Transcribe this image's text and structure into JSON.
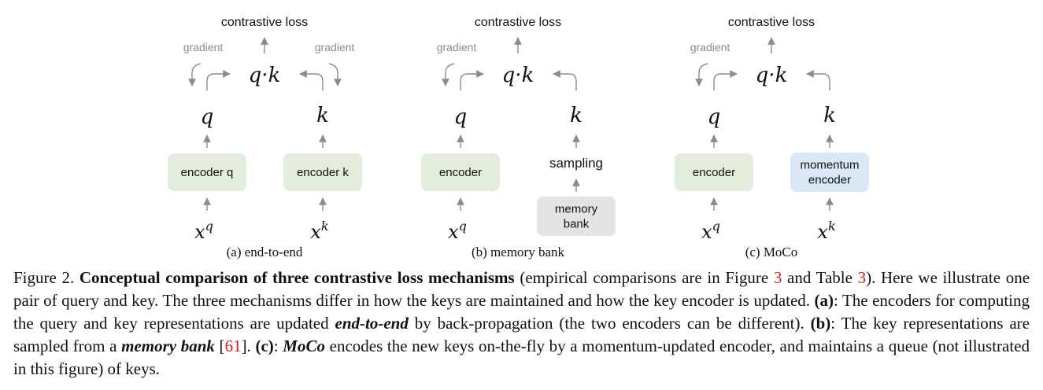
{
  "figure": {
    "loss_label": "contrastive loss",
    "gradient_label": "gradient",
    "qk_label": "q·k",
    "q_label": "q",
    "k_label": "k",
    "panels": [
      {
        "id": "a",
        "caption": "(a) end-to-end",
        "left_box": "encoder q",
        "right_box": "encoder k",
        "right_grad": true,
        "x_q_base": "x",
        "x_q_sup": "q",
        "x_k_base": "x",
        "x_k_sup": "k"
      },
      {
        "id": "b",
        "caption": "(b) memory bank",
        "left_box": "encoder",
        "sampling_label": "sampling",
        "bank_line1": "memory",
        "bank_line2": "bank",
        "right_grad": false,
        "x_q_base": "x",
        "x_q_sup": "q"
      },
      {
        "id": "c",
        "caption": "(c) MoCo",
        "left_box": "encoder",
        "right_box_line1": "momentum",
        "right_box_line2": "encoder",
        "right_grad": false,
        "x_q_base": "x",
        "x_q_sup": "q",
        "x_k_base": "x",
        "x_k_sup": "k"
      }
    ]
  },
  "caption": {
    "fig_no": "Figure 2.",
    "title": "Conceptual comparison of three contrastive loss mechanisms",
    "t1": " (empirical comparisons are in Figure ",
    "ref1": "3",
    "t2": " and Table ",
    "ref2": "3",
    "t3": "). Here we illustrate one pair of query and key. The three mechanisms differ in how the keys are maintained and how the key encoder is updated. ",
    "a_label": "(a)",
    "t4": ": The encoders for computing the query and key representations are updated ",
    "e2e": "end-to-end",
    "t5": " by back-propagation (the two encoders can be different). ",
    "b_label": "(b)",
    "t6": ": The key representations are sampled from a ",
    "mem": "memory bank",
    "t7": " [",
    "ref3": "61",
    "t8": "]. ",
    "c_label": "(c)",
    "t9": ": ",
    "moco": "MoCo",
    "t10": " encodes the new keys on-the-fly by a momentum-updated encoder, and maintains a queue (not illustrated in this figure) of keys."
  },
  "colors": {
    "encoder_green": "#e2eedb",
    "momentum_blue": "#dae8f5",
    "memory_gray": "#e3e3e3",
    "arrow_gray": "#8c8c8c",
    "ref_red": "#e0191b"
  }
}
